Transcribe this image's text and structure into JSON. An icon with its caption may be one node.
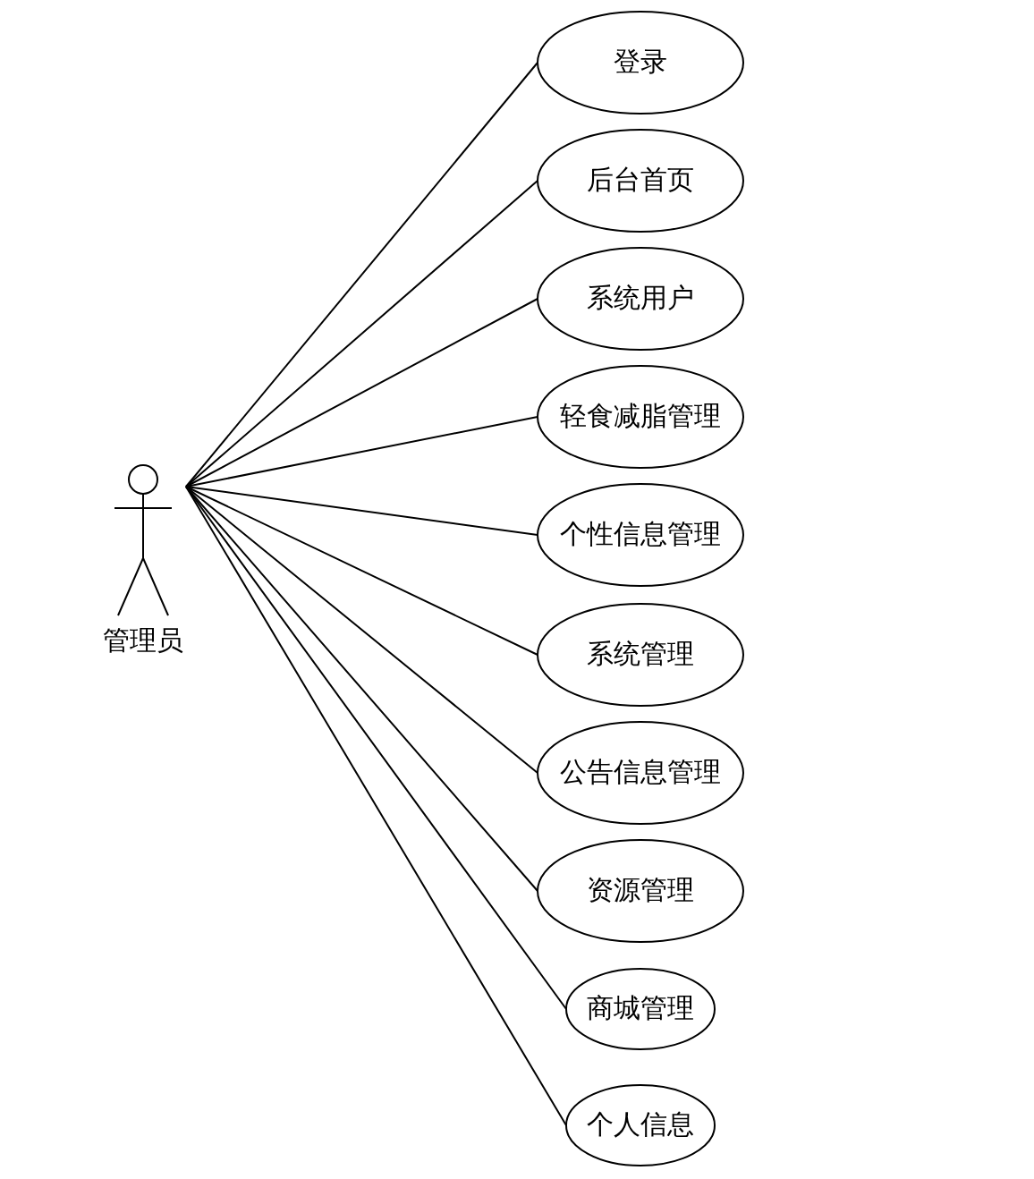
{
  "diagram": {
    "nodes": [
      {
        "text": [
          "管理员"
        ]
      },
      {
        "text": [
          "登录"
        ]
      },
      {
        "text": [
          "后台首页"
        ]
      },
      {
        "text": [
          "系统用户"
        ]
      },
      {
        "text": [
          "轻食减脂管理"
        ]
      },
      {
        "text": [
          "个性信息管理"
        ]
      },
      {
        "text": [
          "系统管理"
        ]
      },
      {
        "text": [
          "公告信息管理"
        ]
      },
      {
        "text": [
          "资源管理"
        ]
      },
      {
        "text": [
          "商城管理"
        ]
      },
      {
        "text": [
          "个人信息"
        ]
      }
    ],
    "edges": [
      {
        "from": 0,
        "to": 1,
        "arrow": "none"
      },
      {
        "from": 0,
        "to": 2,
        "arrow": "none"
      },
      {
        "from": 0,
        "to": 3,
        "arrow": "none"
      },
      {
        "from": 0,
        "to": 4,
        "arrow": "none"
      },
      {
        "from": 0,
        "to": 5,
        "arrow": "none"
      },
      {
        "from": 0,
        "to": 6,
        "arrow": "none"
      },
      {
        "from": 0,
        "to": 7,
        "arrow": "none"
      },
      {
        "from": 0,
        "to": 8,
        "arrow": "none"
      },
      {
        "from": 0,
        "to": 9,
        "arrow": "none"
      },
      {
        "from": 0,
        "to": 10,
        "arrow": "none"
      }
    ]
  }
}
